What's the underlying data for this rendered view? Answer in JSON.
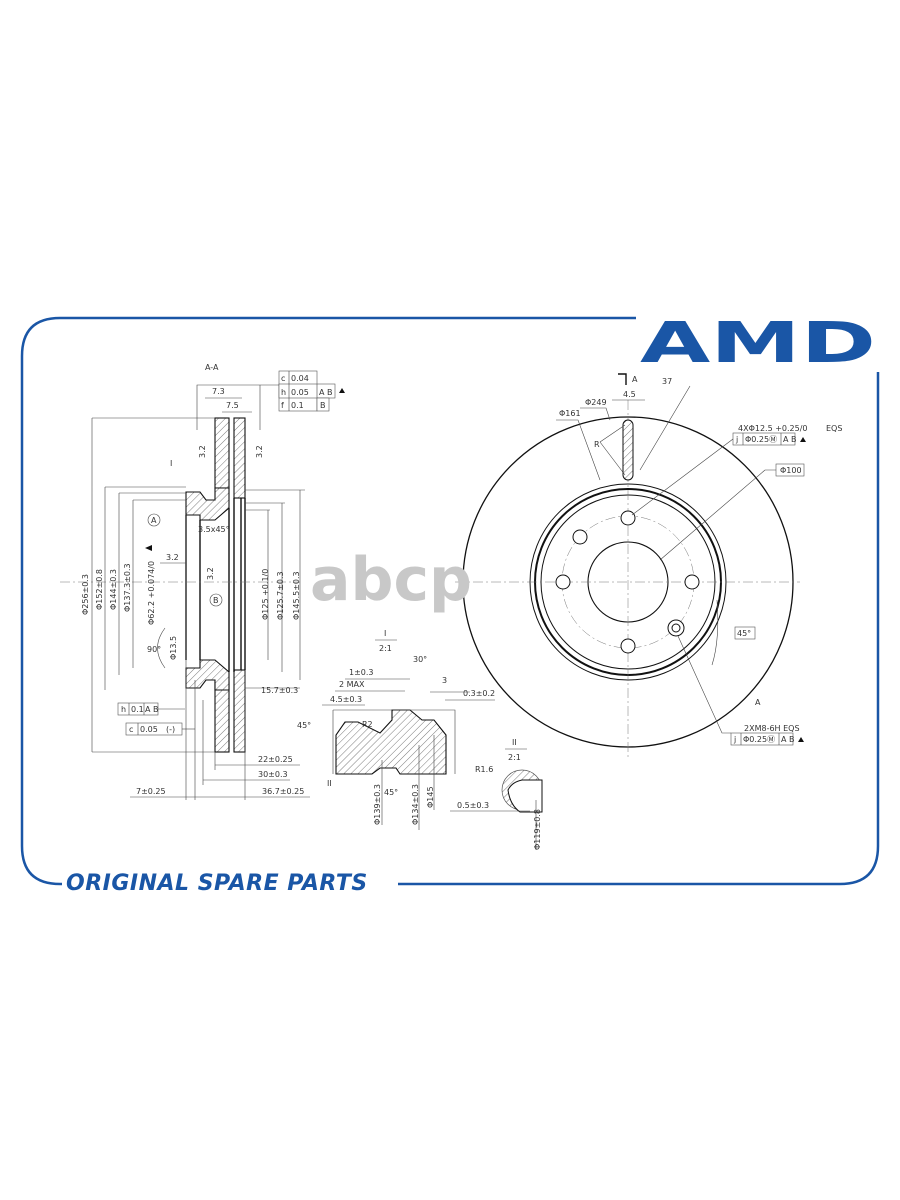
{
  "brand": {
    "logo": "AMD",
    "tagline": "ORIGINAL SPARE PARTS",
    "color": "#1a56a6"
  },
  "watermark": "abcp",
  "section_view": {
    "title": "A-A",
    "tolerance_table": [
      [
        "c",
        "0.04",
        ""
      ],
      [
        "h",
        "0.05",
        "A B"
      ],
      [
        "f",
        "0.1",
        "B"
      ]
    ],
    "dims_top": [
      "7.3",
      "7.5"
    ],
    "roughness": [
      "3.2",
      "3.2",
      "3.2",
      "3.2"
    ],
    "detail_ref": "I",
    "chamfer": "3.5x45°",
    "datum_a": "A",
    "datum_b": "B",
    "angle": "90°",
    "hole": "Φ13.5",
    "diameters_left": [
      "Φ256±0.3",
      "Φ152±0.8",
      "Φ144±0.3",
      "Φ137.3±0.3",
      "Φ62.2 +0.074/0"
    ],
    "diameters_right": [
      "Φ125 +0.1/0",
      "Φ125.7±0.3",
      "Φ145.5±0.3"
    ],
    "dim_15_7": "15.7±0.3",
    "tol_h": [
      "h",
      "0.1",
      "A B"
    ],
    "tol_c": [
      "c",
      "0.05",
      "(-)"
    ],
    "dims_bottom": [
      "22±0.25",
      "30±0.3",
      "7±0.25",
      "36.7±0.25"
    ]
  },
  "detail_1": {
    "title": "I",
    "scale": "2:1",
    "dims": [
      "1±0.3",
      "2 MAX",
      "4.5±0.3",
      "30°",
      "3",
      "0.3±0.2",
      "45°",
      "45°",
      "R2"
    ],
    "diameters": [
      "Φ139±0.3",
      "Φ134±0.3",
      "Φ145"
    ],
    "ref": "II"
  },
  "detail_2": {
    "title": "II",
    "scale": "2:1",
    "radius": "R1.6",
    "dim": "0.5±0.3",
    "diameter": "Φ119±0.8"
  },
  "front_view": {
    "section_mark": "A",
    "slot_width": "4.5",
    "slot_count": "37",
    "d249": "Φ249",
    "d161": "Φ161",
    "r": "R",
    "holes_spec": "4XΦ12.5 +0.25/0",
    "holes_eqs": "EQS",
    "holes_tol": [
      "j",
      "Φ0.25Ⓜ",
      "A B"
    ],
    "d100": "Φ100",
    "angle": "45°",
    "thread_spec": "2XM8-6H EQS",
    "thread_tol": [
      "j",
      "Φ0.25Ⓜ",
      "A B"
    ]
  }
}
